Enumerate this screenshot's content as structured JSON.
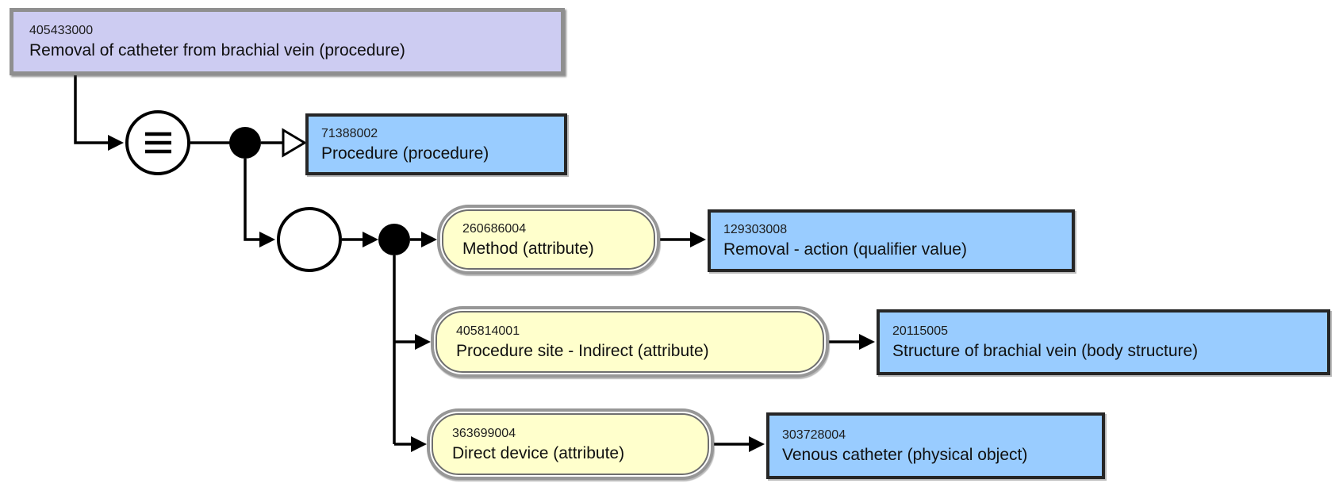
{
  "diagram": {
    "type": "snomed-concept-diagram",
    "focus": {
      "id": "405433000",
      "term": "Removal of catheter from brachial vein (procedure)"
    },
    "parents": [
      {
        "id": "71388002",
        "term": "Procedure (procedure)"
      }
    ],
    "attributes": [
      {
        "attribute": {
          "id": "260686004",
          "term": "Method (attribute)"
        },
        "value": {
          "id": "129303008",
          "term": "Removal - action (qualifier value)"
        }
      },
      {
        "attribute": {
          "id": "405814001",
          "term": "Procedure site - Indirect (attribute)"
        },
        "value": {
          "id": "20115005",
          "term": "Structure of brachial vein (body structure)"
        }
      },
      {
        "attribute": {
          "id": "363699004",
          "term": "Direct device (attribute)"
        },
        "value": {
          "id": "303728004",
          "term": "Venous catheter (physical object)"
        }
      }
    ],
    "glyphs": {
      "definition_status": "≡"
    },
    "colors": {
      "focus_fill": "#cdccf2",
      "focus_border": "#8f8f8f",
      "concept_fill": "#99ccff",
      "concept_border": "#262626",
      "attribute_fill": "#ffffcc",
      "attribute_border": "#8a8a8a",
      "line": "#000000"
    }
  }
}
